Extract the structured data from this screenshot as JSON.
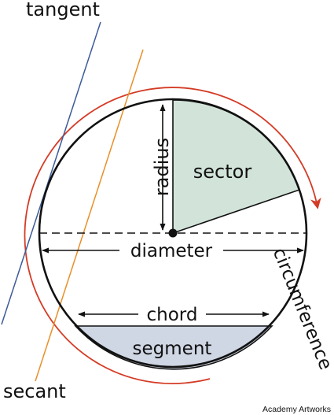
{
  "labels": {
    "tangent": "tangent",
    "secant": "secant",
    "radius": "radius",
    "sector": "sector",
    "diameter": "diameter",
    "chord": "chord",
    "segment": "segment",
    "circumference": "circumference"
  },
  "credit": "Academy Artworks",
  "colors": {
    "tangent_line": "#3d5a99",
    "secant_line": "#e8902a",
    "circumference_arrow": "#d43b25",
    "sector_fill": "#d2e4da",
    "segment_fill": "#cfd6e4",
    "outline": "#111111"
  }
}
